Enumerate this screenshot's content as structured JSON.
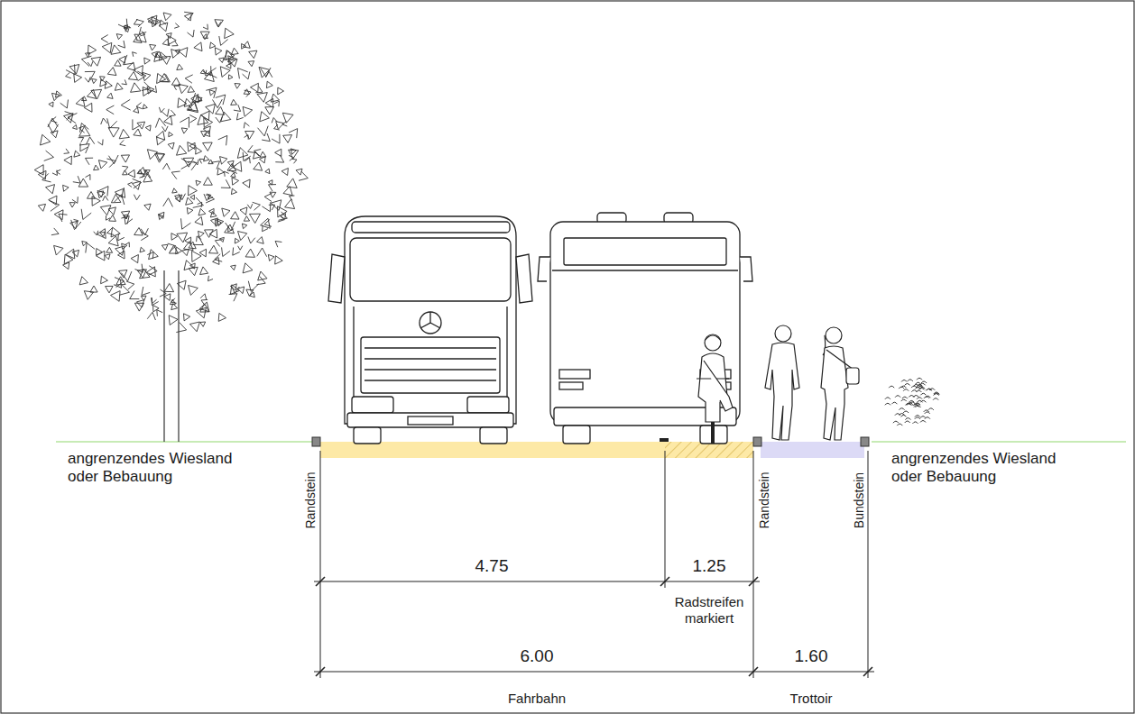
{
  "diagram": {
    "labels": [
      "angrenzendes Wiesland oder Bebauung",
      "Randstein",
      "4.75",
      "1.25",
      "Radstreifen markiert",
      "6.00",
      "Fahrbahn",
      "Randstein",
      "1.60",
      "Trottoir",
      "Bundstein",
      "angrenzendes Wiesland oder Bebauung"
    ]
  }
}
